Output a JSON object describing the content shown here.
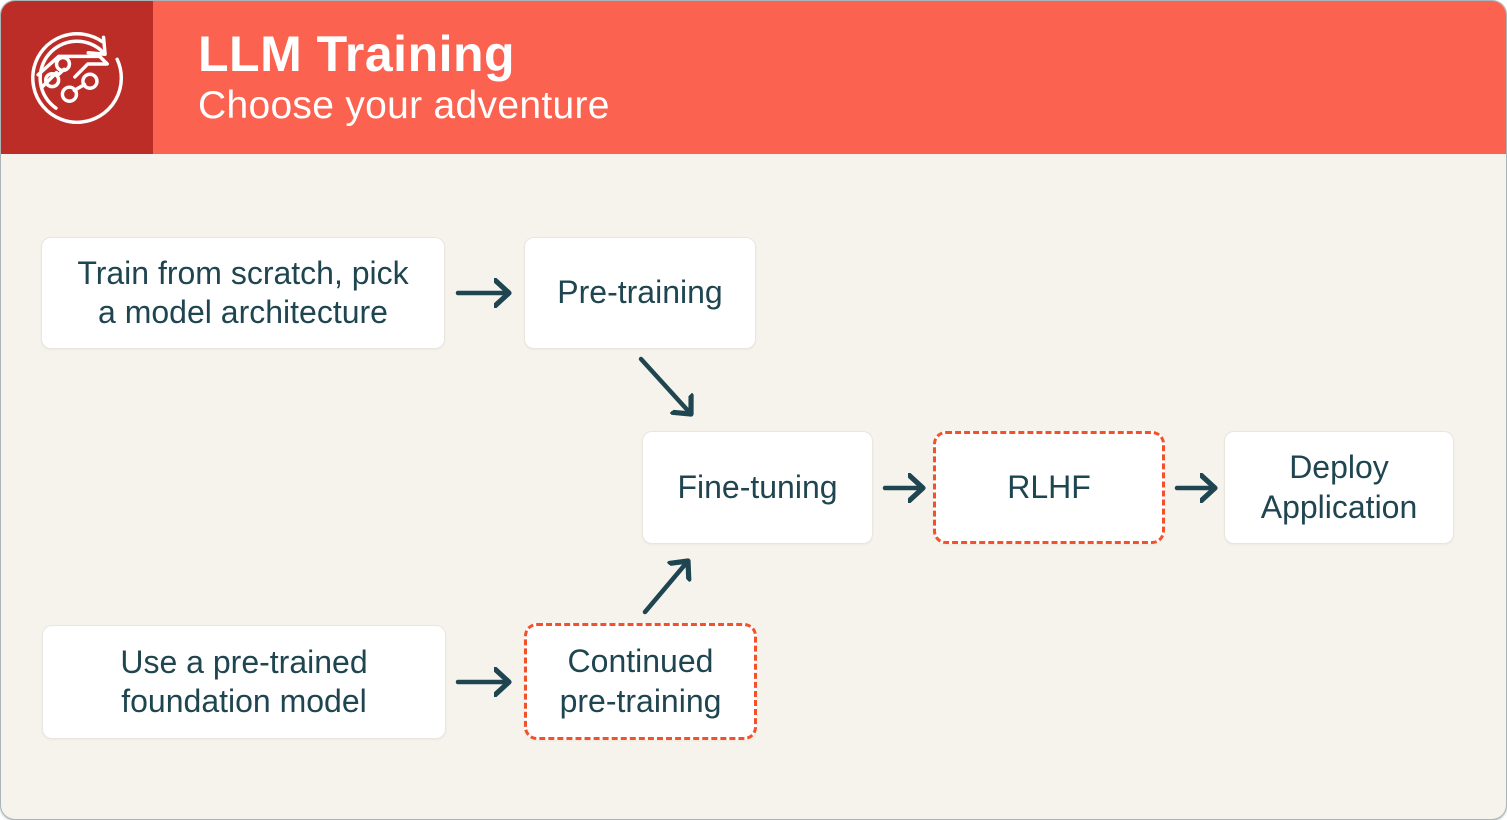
{
  "header": {
    "title": "LLM Training",
    "subtitle": "Choose your adventure",
    "icon": "model-training-cycle-icon"
  },
  "diagram": {
    "nodes": [
      {
        "id": "train-from-scratch",
        "label": "Train from scratch, pick\na model architecture",
        "border": "solid"
      },
      {
        "id": "pre-training",
        "label": "Pre-training",
        "border": "solid"
      },
      {
        "id": "fine-tuning",
        "label": "Fine-tuning",
        "border": "solid"
      },
      {
        "id": "rlhf",
        "label": "RLHF",
        "border": "dashed"
      },
      {
        "id": "deploy-application",
        "label": "Deploy\nApplication",
        "border": "solid"
      },
      {
        "id": "use-pretrained-model",
        "label": "Use a pre-trained\nfoundation model",
        "border": "solid"
      },
      {
        "id": "continued-pre-training",
        "label": "Continued\npre-training",
        "border": "dashed"
      }
    ],
    "edges": [
      {
        "from": "train-from-scratch",
        "to": "pre-training"
      },
      {
        "from": "pre-training",
        "to": "fine-tuning"
      },
      {
        "from": "fine-tuning",
        "to": "rlhf"
      },
      {
        "from": "rlhf",
        "to": "deploy-application"
      },
      {
        "from": "use-pretrained-model",
        "to": "continued-pre-training"
      },
      {
        "from": "continued-pre-training",
        "to": "fine-tuning"
      }
    ]
  },
  "colors": {
    "logo_block_red": "#BD2D27",
    "header_band_orange": "#FB6350",
    "canvas_cream": "#F6F3EC",
    "ink_dark_teal": "#1F4551",
    "dashed_highlight_red": "#F4512B",
    "node_fill_white": "#FFFFFF"
  }
}
